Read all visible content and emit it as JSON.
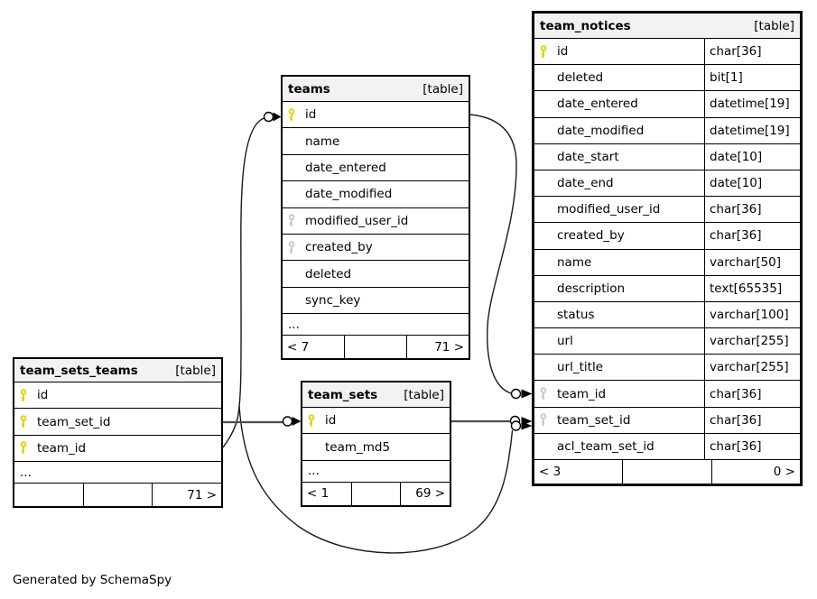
{
  "diagram": {
    "caption": "Generated by SchemaSpy"
  },
  "colors": {
    "curve_stroke": "#1a1a1a",
    "straight_stroke": "#4d4d4d",
    "primary_key": "#ddd400",
    "foreign_key": "#c9c9c9",
    "header_bg": "#f2f2f2"
  },
  "tables": {
    "teams": {
      "title": "teams",
      "tag": "[table]",
      "columns": [
        {
          "name": "id",
          "key": "pk"
        },
        {
          "name": "name",
          "key": ""
        },
        {
          "name": "date_entered",
          "key": ""
        },
        {
          "name": "date_modified",
          "key": ""
        },
        {
          "name": "modified_user_id",
          "key": "fk"
        },
        {
          "name": "created_by",
          "key": "fk"
        },
        {
          "name": "deleted",
          "key": ""
        },
        {
          "name": "sync_key",
          "key": ""
        }
      ],
      "ellipsis": "...",
      "footer": {
        "left": "< 7",
        "mid": "",
        "right": "71 >"
      }
    },
    "team_notices": {
      "title": "team_notices",
      "tag": "[table]",
      "columns": [
        {
          "name": "id",
          "key": "pk",
          "type": "char[36]"
        },
        {
          "name": "deleted",
          "key": "",
          "type": "bit[1]"
        },
        {
          "name": "date_entered",
          "key": "",
          "type": "datetime[19]"
        },
        {
          "name": "date_modified",
          "key": "",
          "type": "datetime[19]"
        },
        {
          "name": "date_start",
          "key": "",
          "type": "date[10]"
        },
        {
          "name": "date_end",
          "key": "",
          "type": "date[10]"
        },
        {
          "name": "modified_user_id",
          "key": "",
          "type": "char[36]"
        },
        {
          "name": "created_by",
          "key": "",
          "type": "char[36]"
        },
        {
          "name": "name",
          "key": "",
          "type": "varchar[50]"
        },
        {
          "name": "description",
          "key": "",
          "type": "text[65535]"
        },
        {
          "name": "status",
          "key": "",
          "type": "varchar[100]"
        },
        {
          "name": "url",
          "key": "",
          "type": "varchar[255]"
        },
        {
          "name": "url_title",
          "key": "",
          "type": "varchar[255]"
        },
        {
          "name": "team_id",
          "key": "fk",
          "type": "char[36]"
        },
        {
          "name": "team_set_id",
          "key": "fk",
          "type": "char[36]"
        },
        {
          "name": "acl_team_set_id",
          "key": "",
          "type": "char[36]"
        }
      ],
      "footer": {
        "left": "< 3",
        "mid": "",
        "right": "0 >"
      }
    },
    "team_sets_teams": {
      "title": "team_sets_teams",
      "tag": "[table]",
      "columns": [
        {
          "name": "id",
          "key": "pk"
        },
        {
          "name": "team_set_id",
          "key": "pk"
        },
        {
          "name": "team_id",
          "key": "pk"
        }
      ],
      "ellipsis": "...",
      "footer": {
        "left": "",
        "mid": "",
        "right": "71 >"
      }
    },
    "team_sets": {
      "title": "team_sets",
      "tag": "[table]",
      "columns": [
        {
          "name": "id",
          "key": "pk"
        },
        {
          "name": "team_md5",
          "key": ""
        }
      ],
      "ellipsis": "...",
      "footer": {
        "left": "< 1",
        "mid": "",
        "right": "69 >"
      }
    }
  }
}
